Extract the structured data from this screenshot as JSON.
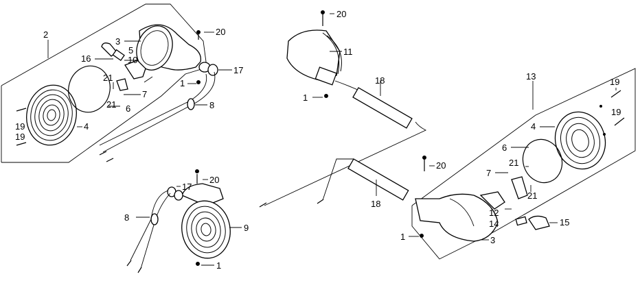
{
  "diagram": {
    "callouts": [
      {
        "id": "c2",
        "text": "2"
      },
      {
        "id": "c3",
        "text": "3"
      },
      {
        "id": "c5",
        "text": "5"
      },
      {
        "id": "c16",
        "text": "16"
      },
      {
        "id": "c10",
        "text": "10"
      },
      {
        "id": "c21a",
        "text": "21"
      },
      {
        "id": "c7a",
        "text": "7"
      },
      {
        "id": "c21b",
        "text": "21"
      },
      {
        "id": "c6a",
        "text": "6"
      },
      {
        "id": "c4a",
        "text": "4"
      },
      {
        "id": "c19a",
        "text": "19"
      },
      {
        "id": "c19b",
        "text": "19"
      },
      {
        "id": "c20a",
        "text": "20"
      },
      {
        "id": "c17a",
        "text": "17"
      },
      {
        "id": "c1a",
        "text": "1"
      },
      {
        "id": "c8a",
        "text": "8"
      },
      {
        "id": "c17b",
        "text": "17"
      },
      {
        "id": "c20b",
        "text": "20"
      },
      {
        "id": "c8b",
        "text": "8"
      },
      {
        "id": "c9",
        "text": "9"
      },
      {
        "id": "c1b",
        "text": "1"
      },
      {
        "id": "c20c",
        "text": "20"
      },
      {
        "id": "c11",
        "text": "11"
      },
      {
        "id": "c18a",
        "text": "18"
      },
      {
        "id": "c1c",
        "text": "1"
      },
      {
        "id": "c18b",
        "text": "18"
      },
      {
        "id": "c13",
        "text": "13"
      },
      {
        "id": "c19c",
        "text": "19"
      },
      {
        "id": "c19d",
        "text": "19"
      },
      {
        "id": "c4b",
        "text": "4"
      },
      {
        "id": "c6b",
        "text": "6"
      },
      {
        "id": "c20d",
        "text": "20"
      },
      {
        "id": "c7b",
        "text": "7"
      },
      {
        "id": "c21c",
        "text": "21"
      },
      {
        "id": "c21d",
        "text": "21"
      },
      {
        "id": "c12",
        "text": "12"
      },
      {
        "id": "c14",
        "text": "14"
      },
      {
        "id": "c15",
        "text": "15"
      },
      {
        "id": "c1d",
        "text": "1"
      },
      {
        "id": "c3b",
        "text": "3"
      }
    ]
  }
}
